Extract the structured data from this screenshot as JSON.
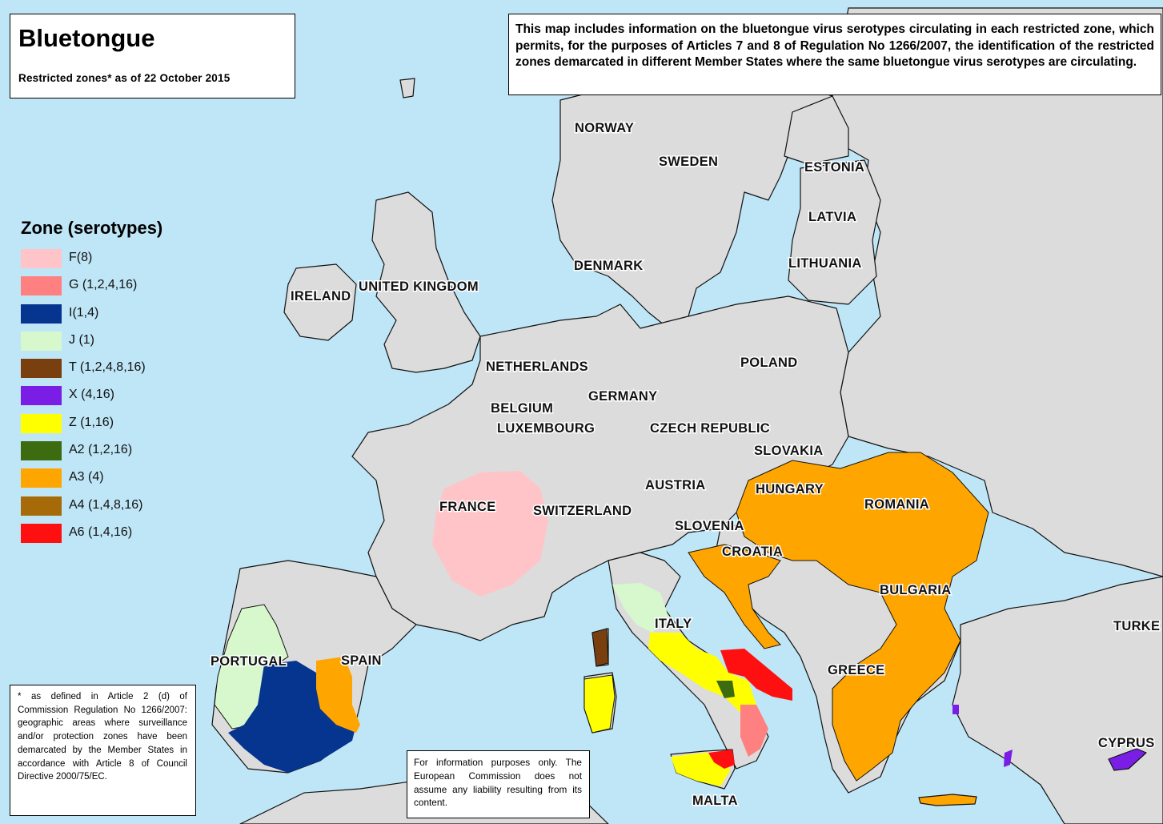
{
  "title": "Bluetongue",
  "subtitle": "Restricted zones* as of 22 October 2015",
  "info_text": "This map includes information on the bluetongue virus serotypes circulating in each restricted zone, which permits, for the purposes of Articles 7 and 8 of Regulation No 1266/2007, the identification of the restricted zones demarcated in different Member States where the same bluetongue virus serotypes are circulating.",
  "footnote": "* as defined in Article 2 (d) of Commission Regulation No 1266/2007: geographic areas where surveillance and/or protection zones have been demarcated by the Member States in accordance with Article 8 of Council Directive 2000/75/EC.",
  "disclaimer": "For information purposes only. The European Commission does not assume any liability resulting from its content.",
  "legend": {
    "title": "Zone (serotypes)",
    "items": [
      {
        "label": "F(8)",
        "color": "#ffc4c8"
      },
      {
        "label": "G (1,2,4,16)",
        "color": "#ff8080"
      },
      {
        "label": "I(1,4)",
        "color": "#06358f"
      },
      {
        "label": "J (1)",
        "color": "#d7f8cd"
      },
      {
        "label": "T (1,2,4,8,16)",
        "color": "#7a3f0f"
      },
      {
        "label": "X (4,16)",
        "color": "#7a1ee6"
      },
      {
        "label": "Z (1,16)",
        "color": "#ffff00"
      },
      {
        "label": "A2 (1,2,16)",
        "color": "#3d6b0f"
      },
      {
        "label": "A3 (4)",
        "color": "#ffa500"
      },
      {
        "label": "A4 (1,4,8,16)",
        "color": "#a66a08"
      },
      {
        "label": "A6 (1,4,16)",
        "color": "#ff1010"
      }
    ]
  },
  "countries": {
    "norway": "NORWAY",
    "sweden": "SWEDEN",
    "estonia": "ESTONIA",
    "latvia": "LATVIA",
    "lithuania": "LITHUANIA",
    "denmark": "DENMARK",
    "ireland": "IRELAND",
    "united_kingdom": "UNITED KINGDOM",
    "netherlands": "NETHERLANDS",
    "poland": "POLAND",
    "germany": "GERMANY",
    "belgium": "BELGIUM",
    "luxembourg": "LUXEMBOURG",
    "czech_republic": "CZECH REPUBLIC",
    "slovakia": "SLOVAKIA",
    "austria": "AUSTRIA",
    "hungary": "HUNGARY",
    "romania": "ROMANIA",
    "france": "FRANCE",
    "switzerland": "SWITZERLAND",
    "slovenia": "SLOVENIA",
    "croatia": "CROATIA",
    "bulgaria": "BULGARIA",
    "italy": "ITALY",
    "turkey": "TURKE",
    "portugal": "PORTUGAL",
    "spain": "SPAIN",
    "greece": "GREECE",
    "cyprus": "CYPRUS",
    "malta": "MALTA"
  },
  "colors": {
    "sea": "#bfe6f7",
    "land": "#dcdcdc",
    "border": "#000000"
  }
}
